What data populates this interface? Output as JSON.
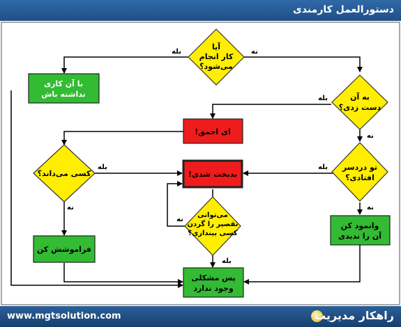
{
  "header": {
    "title": "دستورالعمل کارمندی"
  },
  "footer": {
    "url": "www.mgtsolution.com",
    "brand": "راهکار مدیریت"
  },
  "flowchart": {
    "q_work": [
      "آیا",
      "کار انجام",
      "می‌شود؟"
    ],
    "q_touched": [
      "به آن",
      "دست زدی؟"
    ],
    "q_trouble": [
      "تو دردسر",
      "افتادی؟"
    ],
    "q_knows": [
      "کسی می‌داند؟"
    ],
    "q_blame": [
      "می‌توانی",
      "تقصیر را گردن",
      "کسی بیندازی؟"
    ],
    "b_leave": [
      "با آن کاری",
      "نداشته باش"
    ],
    "b_fool": [
      "ای احمق!"
    ],
    "b_unlucky": [
      "بدبخت شدی!"
    ],
    "b_forget": [
      "فراموشش کن"
    ],
    "b_pretend": [
      "وانمود کن",
      "آن را ندیدی"
    ],
    "b_noproblem": [
      "پس مشکلی",
      "وجود ندارد"
    ],
    "yes": "بله",
    "no": "نه"
  },
  "colors": {
    "yellow": "#ffee00",
    "green": "#33bb33",
    "red": "#ee1c1c"
  }
}
